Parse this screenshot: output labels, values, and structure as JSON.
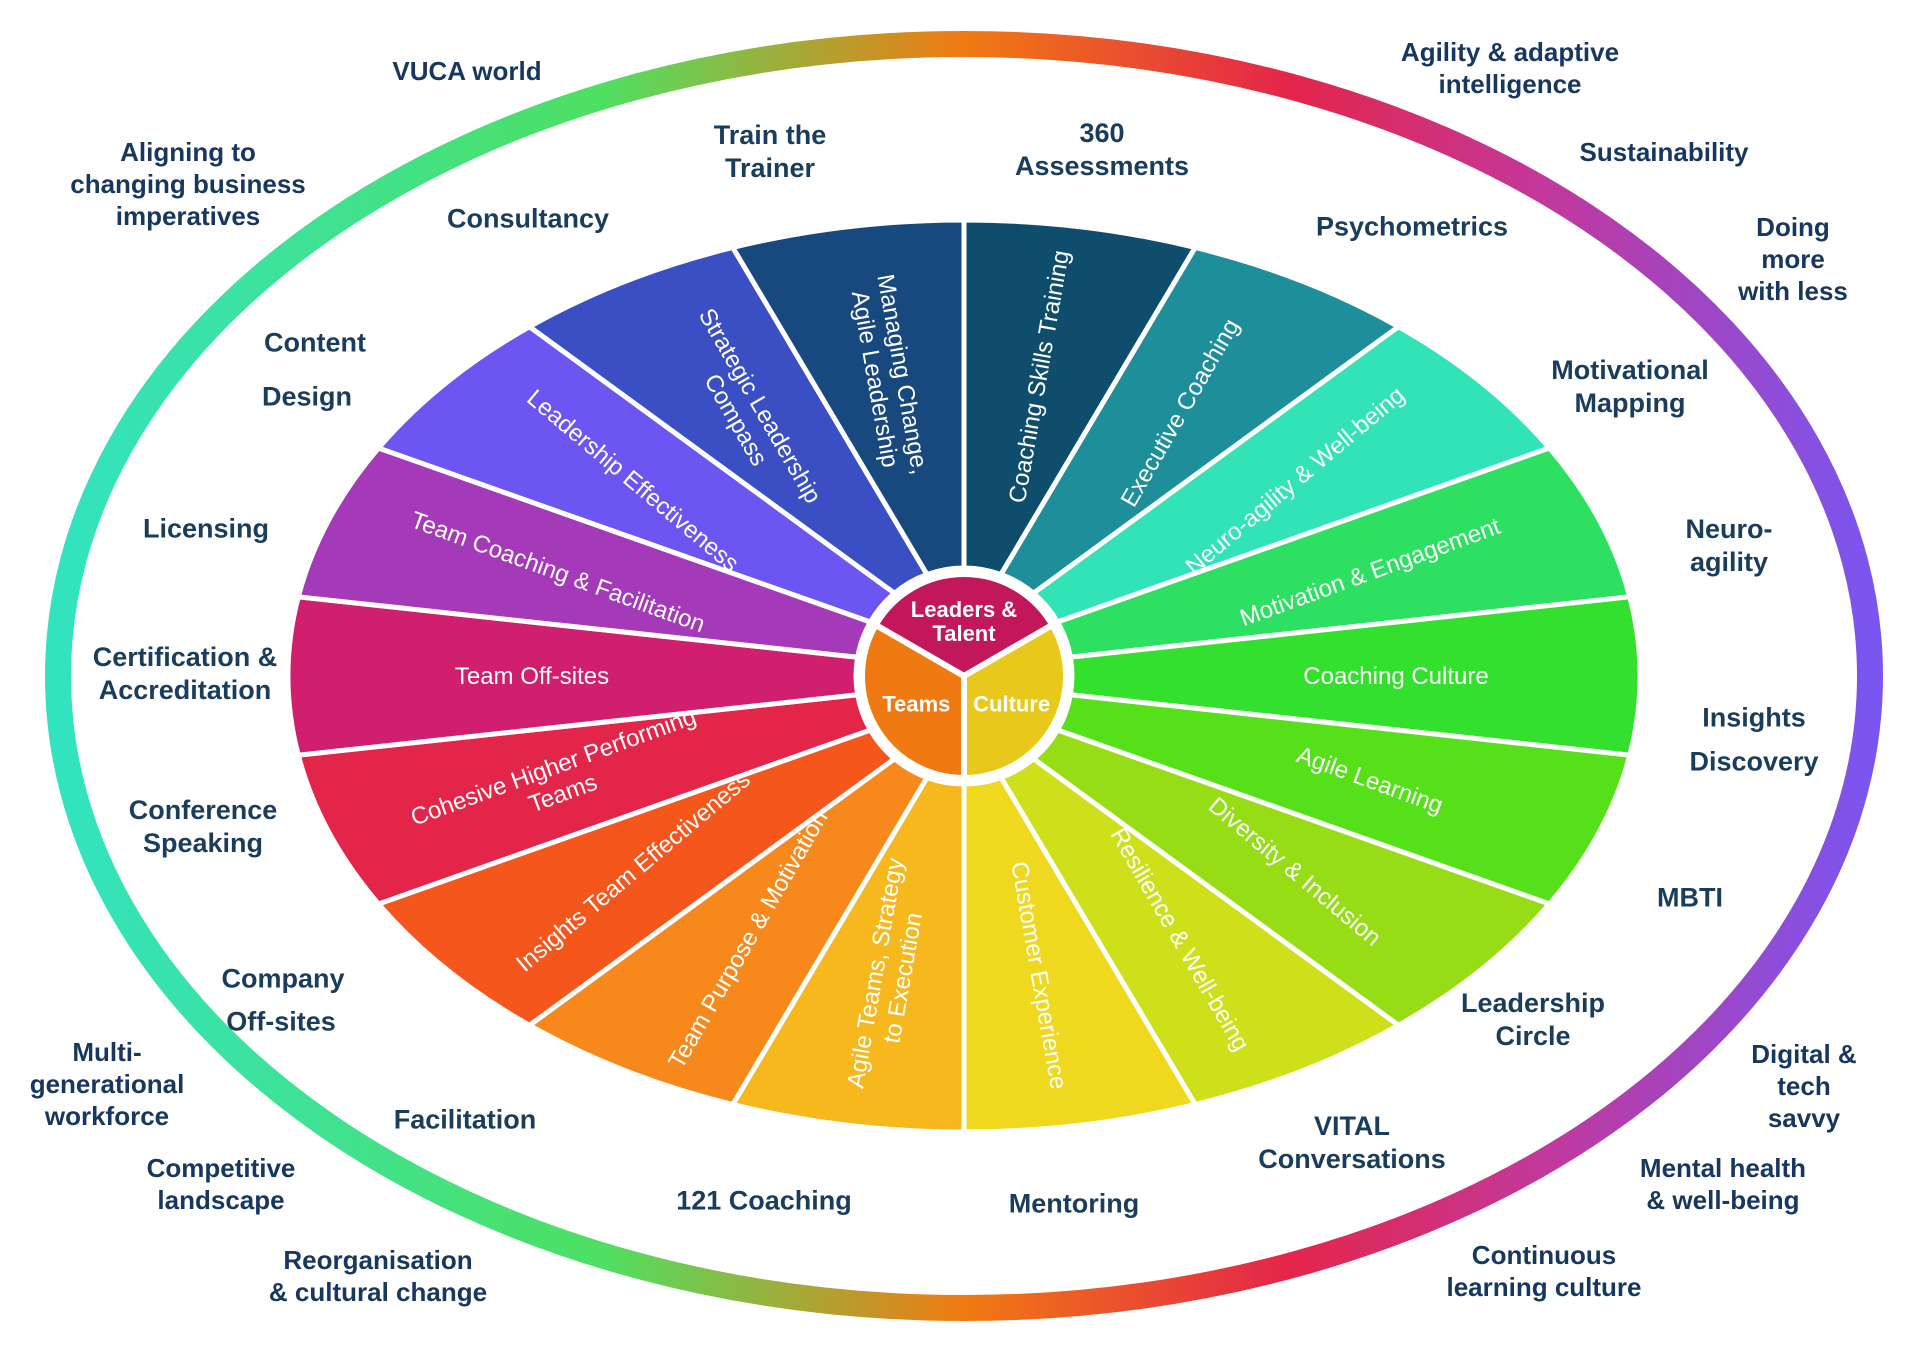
{
  "core": {
    "leaders": "Leaders &\nTalent",
    "teams": "Teams",
    "culture": "Culture"
  },
  "segments": [
    {
      "label": "Coaching Skills Training",
      "color": "#0e4e6c"
    },
    {
      "label": "Executive Coaching",
      "color": "#1e8f9a"
    },
    {
      "label": "Neuro-agility & Well-being",
      "color": "#32e3b8"
    },
    {
      "label": "Motivation & Engagement",
      "color": "#2ee062"
    },
    {
      "label": "Coaching Culture",
      "color": "#34e02e"
    },
    {
      "label": "Agile Learning",
      "color": "#56e01a"
    },
    {
      "label": "Diversity & Inclusion",
      "color": "#96dd16"
    },
    {
      "label": "Resilience & Well-being",
      "color": "#cde01a"
    },
    {
      "label": "Customer Experience",
      "color": "#f0d81e"
    },
    {
      "label": "Agile Teams, Strategy\nto Execution",
      "color": "#f7b81e"
    },
    {
      "label": "Team Purpose & Motivation",
      "color": "#f7891c"
    },
    {
      "label": "Insights Team Effectiveness",
      "color": "#f4561c"
    },
    {
      "label": "Cohesive Higher Performing\nTeams",
      "color": "#e4254a"
    },
    {
      "label": "Team Off-sites",
      "color": "#cf1f6e"
    },
    {
      "label": "Team Coaching & Facilitation",
      "color": "#a53ab9"
    },
    {
      "label": "Leadership Effectiveness",
      "color": "#6c55f0"
    },
    {
      "label": "Strategic Leadership\nCompass",
      "color": "#3a4fc4"
    },
    {
      "label": "Managing Change,\nAgile Leadership",
      "color": "#17487e"
    }
  ],
  "tools": [
    "Train the\nTrainer",
    "360\nAssessments",
    "Consultancy",
    "Psychometrics",
    "Content",
    "Design",
    "Motivational\nMapping",
    "Licensing",
    "Neuro-\nagility",
    "Certification &\nAccreditation",
    "Insights",
    "Discovery",
    "Conference\nSpeaking",
    "MBTI",
    "Company",
    "Off-sites",
    "Leadership\nCircle",
    "Facilitation",
    "VITAL\nConversations",
    "121 Coaching",
    "Mentoring"
  ],
  "context": [
    "VUCA world",
    "Agility & adaptive\nintelligence",
    "Aligning to\nchanging business\nimperatives",
    "Sustainability",
    "Doing more\nwith less",
    "Multi-\ngenerational\nworkforce",
    "Digital &\ntech savvy",
    "Competitive\nlandscape",
    "Mental health\n& well-being",
    "Reorganisation\n& cultural change",
    "Continuous\nlearning culture"
  ],
  "colors": {
    "leaders_core": "#c2185b",
    "teams_core": "#f07a12",
    "culture_core": "#e8c81a",
    "text_dark": "#17375e",
    "ring_top_left": "#32e3c0",
    "ring_top_right": "#e4254a",
    "ring_right": "#7a55f0",
    "ring_bottom": "#e4254a"
  }
}
